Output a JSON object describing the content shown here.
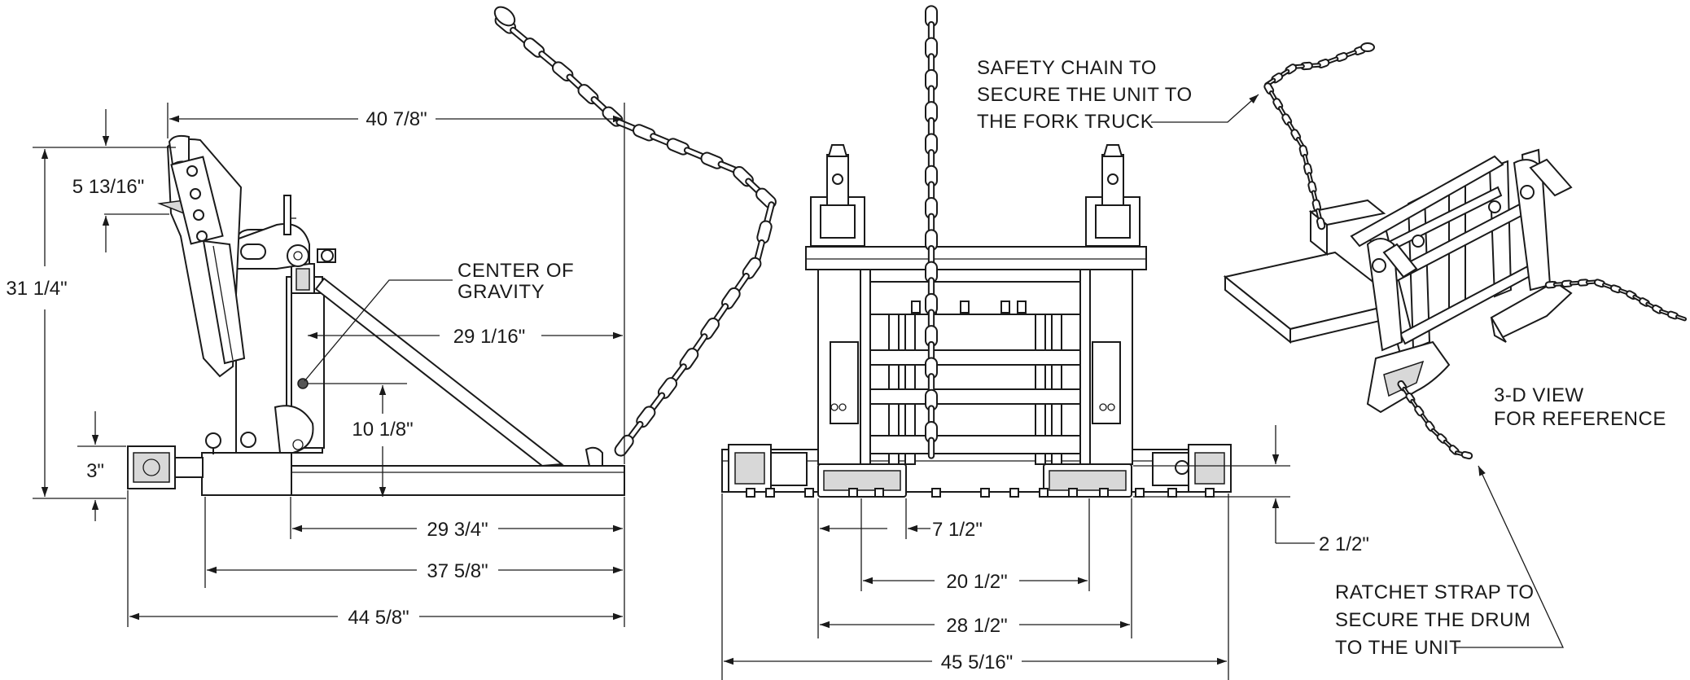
{
  "dimensions": {
    "overall_height": "31 1/4\"",
    "overall_reach": "40 7/8\"",
    "hook_height": "5 13/16\"",
    "cg_horizontal": "29 1/16\"",
    "cg_height": "10 1/8\"",
    "base_height": "3\"",
    "fork_pocket_length": "29 3/4\"",
    "mid_length": "37 5/8\"",
    "overall_length": "44 5/8\"",
    "pocket_width": "7 1/2\"",
    "pocket_inner_spacing": "20 1/2\"",
    "pocket_outer_spacing": "28 1/2\"",
    "overall_width": "45 5/16\"",
    "pocket_height": "2 1/2\""
  },
  "callouts": {
    "center_of_gravity": [
      "CENTER OF",
      "GRAVITY"
    ],
    "safety_chain": [
      "SAFETY CHAIN TO",
      "SECURE THE UNIT TO",
      "THE FORK TRUCK"
    ],
    "view_3d": [
      "3-D VIEW",
      "FOR REFERENCE"
    ],
    "ratchet_strap": [
      "RATCHET STRAP TO",
      "SECURE THE DRUM",
      "TO THE UNIT"
    ]
  }
}
